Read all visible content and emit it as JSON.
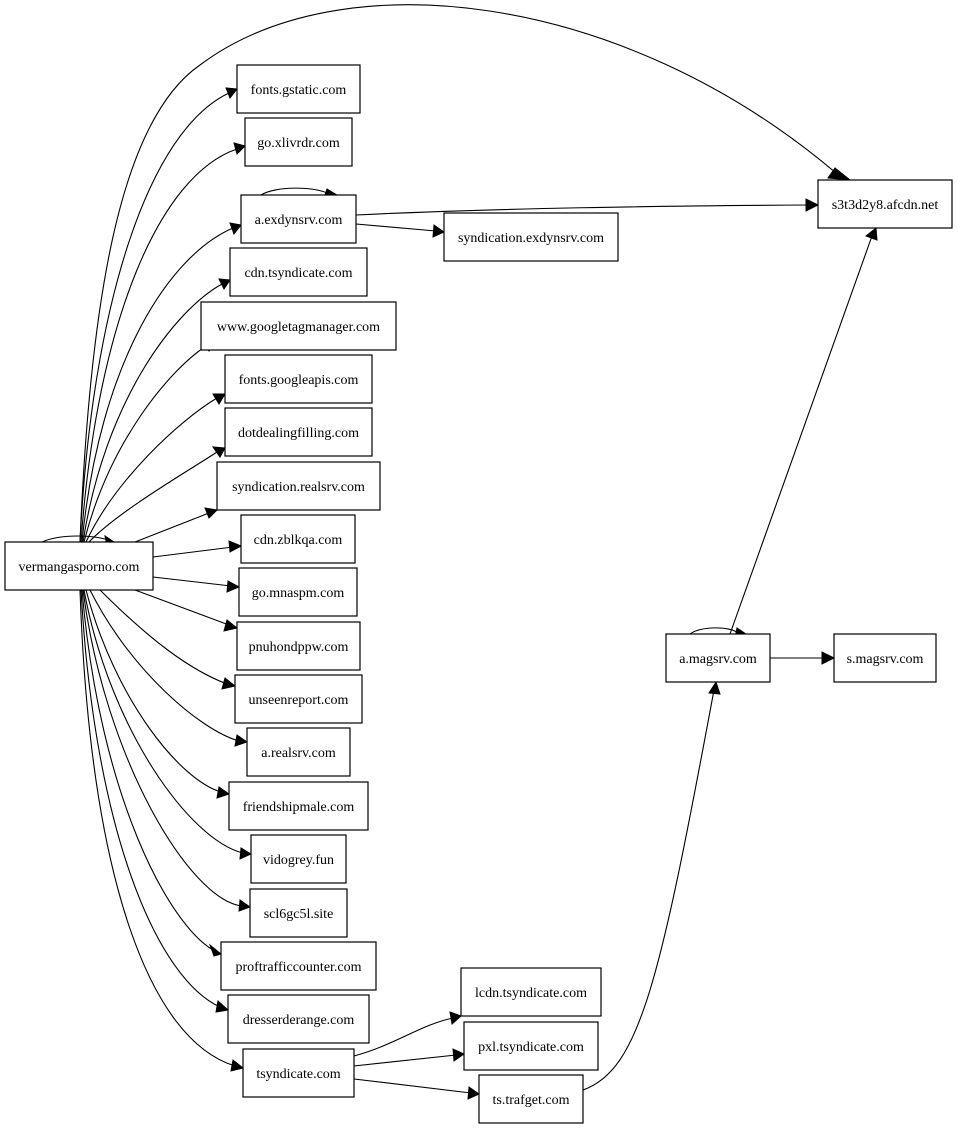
{
  "nodes": [
    {
      "id": "vermangasporno",
      "label": "vermangasporno.com"
    },
    {
      "id": "fonts_gstatic",
      "label": "fonts.gstatic.com"
    },
    {
      "id": "go_xlivrdr",
      "label": "go.xlivrdr.com"
    },
    {
      "id": "a_exdynsrv",
      "label": "a.exdynsrv.com"
    },
    {
      "id": "cdn_tsyndicate",
      "label": "cdn.tsyndicate.com"
    },
    {
      "id": "googletagmanager",
      "label": "www.googletagmanager.com"
    },
    {
      "id": "fonts_googleapis",
      "label": "fonts.googleapis.com"
    },
    {
      "id": "dotdealingfilling",
      "label": "dotdealingfilling.com"
    },
    {
      "id": "syndication_realsrv",
      "label": "syndication.realsrv.com"
    },
    {
      "id": "cdn_zblkqa",
      "label": "cdn.zblkqa.com"
    },
    {
      "id": "go_mnaspm",
      "label": "go.mnaspm.com"
    },
    {
      "id": "pnuhondppw",
      "label": "pnuhondppw.com"
    },
    {
      "id": "unseenreport",
      "label": "unseenreport.com"
    },
    {
      "id": "a_realsrv",
      "label": "a.realsrv.com"
    },
    {
      "id": "friendshipmale",
      "label": "friendshipmale.com"
    },
    {
      "id": "vidogrey",
      "label": "vidogrey.fun"
    },
    {
      "id": "scl6gc5l",
      "label": "scl6gc5l.site"
    },
    {
      "id": "proftrafficcounter",
      "label": "proftrafficcounter.com"
    },
    {
      "id": "dresserderange",
      "label": "dresserderange.com"
    },
    {
      "id": "tsyndicate",
      "label": "tsyndicate.com"
    },
    {
      "id": "syndication_exdynsrv",
      "label": "syndication.exdynsrv.com"
    },
    {
      "id": "s3t3d2y8",
      "label": "s3t3d2y8.afcdn.net"
    },
    {
      "id": "a_magsrv",
      "label": "a.magsrv.com"
    },
    {
      "id": "s_magsrv",
      "label": "s.magsrv.com"
    },
    {
      "id": "lcdn_tsyndicate",
      "label": "lcdn.tsyndicate.com"
    },
    {
      "id": "pxl_tsyndicate",
      "label": "pxl.tsyndicate.com"
    },
    {
      "id": "ts_trafget",
      "label": "ts.trafget.com"
    }
  ],
  "edges": [
    {
      "from": "vermangasporno",
      "to": "vermangasporno"
    },
    {
      "from": "vermangasporno",
      "to": "s3t3d2y8"
    },
    {
      "from": "vermangasporno",
      "to": "fonts_gstatic"
    },
    {
      "from": "vermangasporno",
      "to": "go_xlivrdr"
    },
    {
      "from": "vermangasporno",
      "to": "a_exdynsrv"
    },
    {
      "from": "vermangasporno",
      "to": "cdn_tsyndicate"
    },
    {
      "from": "vermangasporno",
      "to": "googletagmanager"
    },
    {
      "from": "vermangasporno",
      "to": "fonts_googleapis"
    },
    {
      "from": "vermangasporno",
      "to": "dotdealingfilling"
    },
    {
      "from": "vermangasporno",
      "to": "syndication_realsrv"
    },
    {
      "from": "vermangasporno",
      "to": "cdn_zblkqa"
    },
    {
      "from": "vermangasporno",
      "to": "go_mnaspm"
    },
    {
      "from": "vermangasporno",
      "to": "pnuhondppw"
    },
    {
      "from": "vermangasporno",
      "to": "unseenreport"
    },
    {
      "from": "vermangasporno",
      "to": "a_realsrv"
    },
    {
      "from": "vermangasporno",
      "to": "friendshipmale"
    },
    {
      "from": "vermangasporno",
      "to": "vidogrey"
    },
    {
      "from": "vermangasporno",
      "to": "scl6gc5l"
    },
    {
      "from": "vermangasporno",
      "to": "proftrafficcounter"
    },
    {
      "from": "vermangasporno",
      "to": "dresserderange"
    },
    {
      "from": "vermangasporno",
      "to": "tsyndicate"
    },
    {
      "from": "a_exdynsrv",
      "to": "a_exdynsrv"
    },
    {
      "from": "a_exdynsrv",
      "to": "s3t3d2y8"
    },
    {
      "from": "a_exdynsrv",
      "to": "syndication_exdynsrv"
    },
    {
      "from": "tsyndicate",
      "to": "lcdn_tsyndicate"
    },
    {
      "from": "tsyndicate",
      "to": "pxl_tsyndicate"
    },
    {
      "from": "tsyndicate",
      "to": "ts_trafget"
    },
    {
      "from": "ts_trafget",
      "to": "a_magsrv"
    },
    {
      "from": "a_magsrv",
      "to": "a_magsrv"
    },
    {
      "from": "a_magsrv",
      "to": "s3t3d2y8"
    },
    {
      "from": "a_magsrv",
      "to": "s_magsrv"
    }
  ]
}
